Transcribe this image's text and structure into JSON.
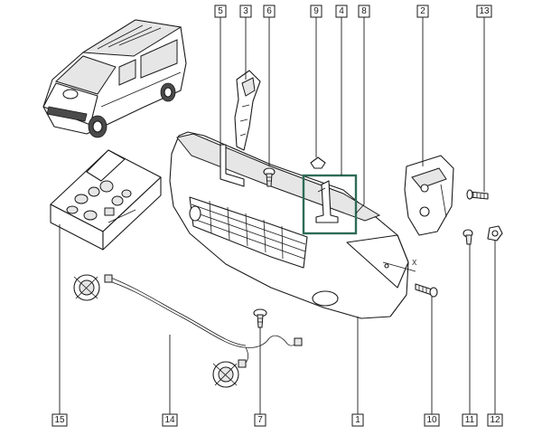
{
  "diagram": {
    "callouts": [
      "1",
      "2",
      "3",
      "4",
      "5",
      "6",
      "7",
      "8",
      "9",
      "10",
      "11",
      "12",
      "13",
      "14",
      "15"
    ],
    "highlight_color": "#2e6b57",
    "line_color": "#1a1a1a",
    "marking_text": "X"
  }
}
